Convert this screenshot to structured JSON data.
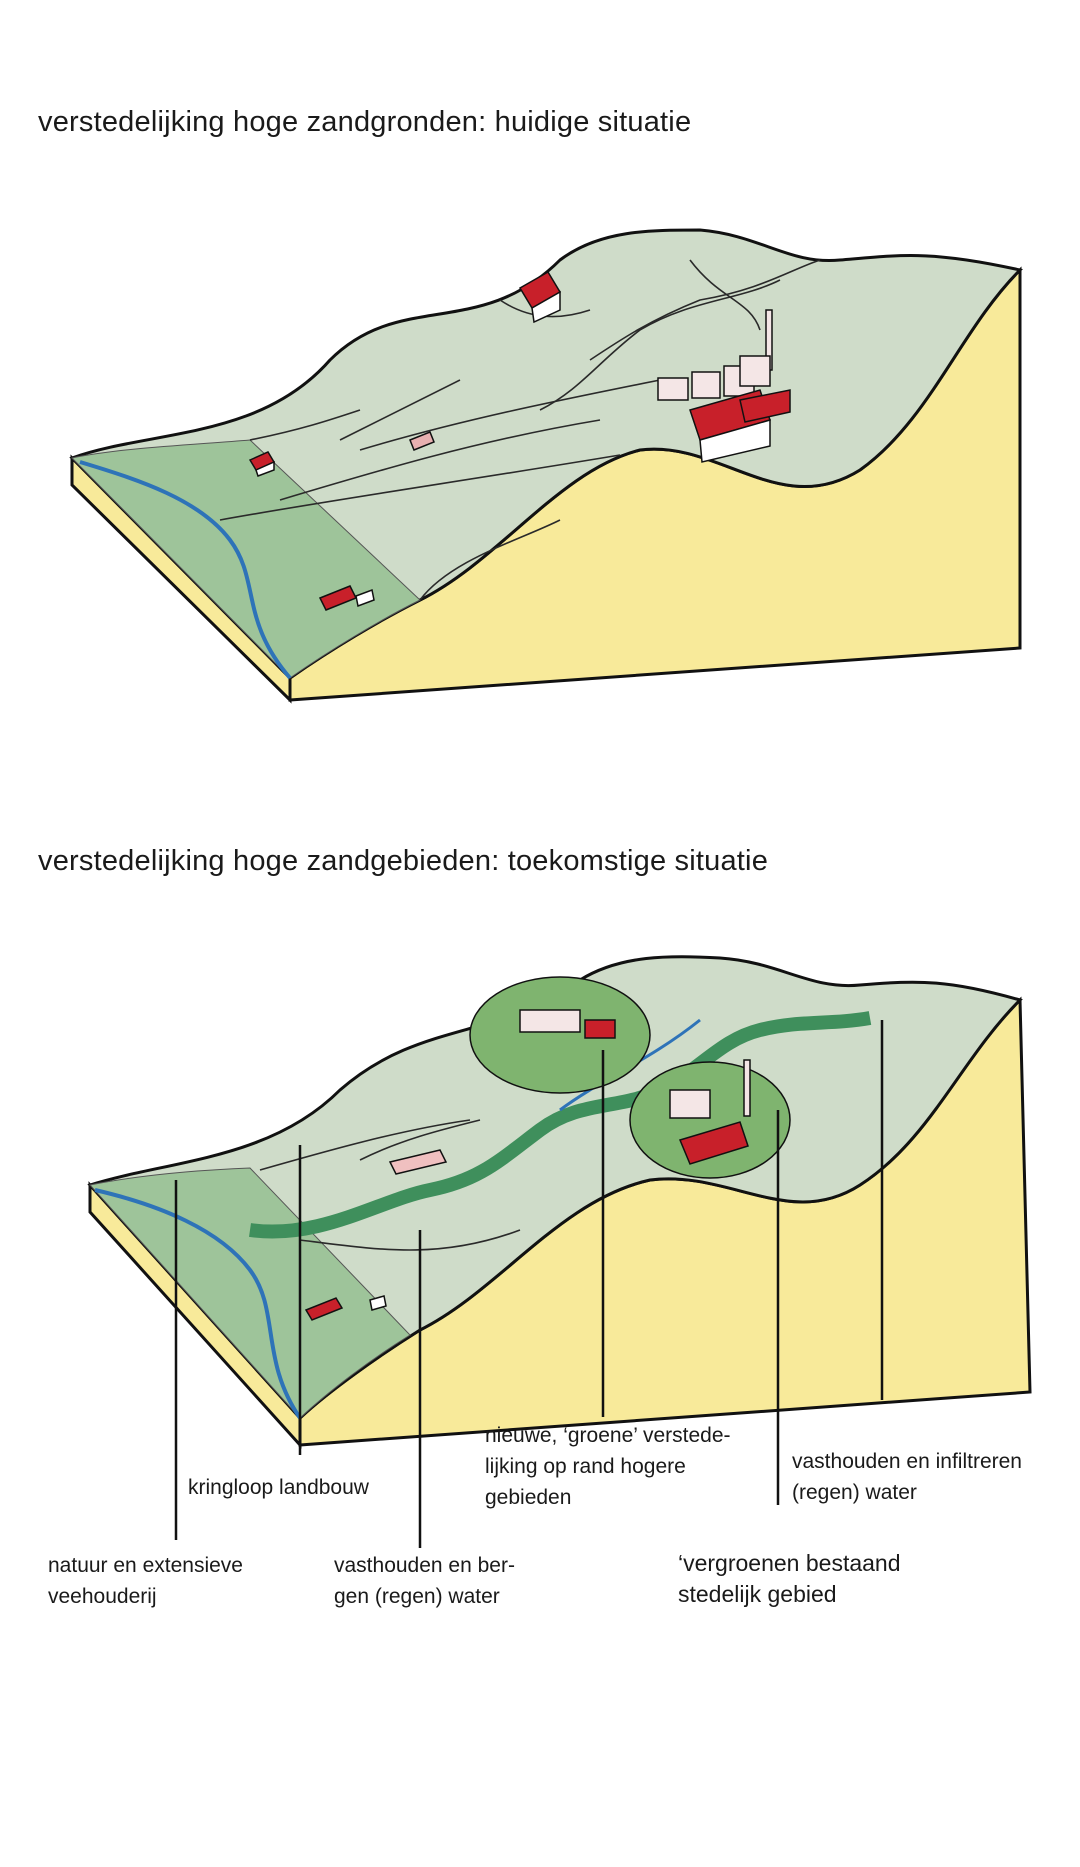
{
  "titles": {
    "top": "verstedelijking hoge zandgronden: huidige situatie",
    "bottom": "verstedelijking hoge zandgebieden: toekomstige situatie"
  },
  "labels": {
    "natuur": "natuur en extensieve\nveehouderij",
    "kringloop": "kringloop landbouw",
    "vasthouden_bergen": "vasthouden en ber-\ngen (regen) water",
    "nieuwe_groene": "nieuwe, ‘groene’ verstede-\nlijking op rand hogere\ngebieden",
    "vergroenen": "‘vergroenen bestaand\nstedelijk gebied",
    "vasthouden_infiltreren": "vasthouden en infiltreren\n(regen) water"
  },
  "colors": {
    "sand": "#f8ea9a",
    "terrain": "#cfdcc9",
    "meadow": "#9ec49a",
    "river": "#2e73b8",
    "green_corridor": "#3f8f5c",
    "roof": "#c8202a",
    "outline": "#111111"
  }
}
